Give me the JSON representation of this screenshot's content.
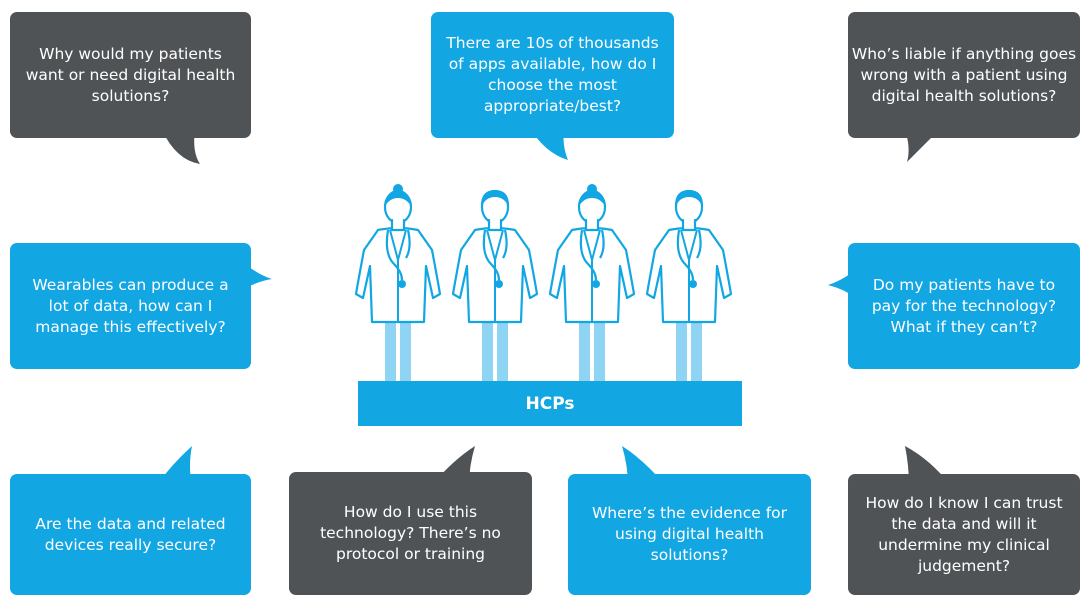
{
  "center_label": "HCPs",
  "colors": {
    "blue": "#12a6e3",
    "dark": "#505356",
    "figure_outline": "#12a6e3",
    "figure_fill": "#ffffff",
    "legs": "#8fd4f2"
  },
  "figures": [
    {
      "role": "hcp-female"
    },
    {
      "role": "hcp-male"
    },
    {
      "role": "hcp-female"
    },
    {
      "role": "hcp-male"
    }
  ],
  "questions": {
    "q1": "Why would my patients want or need digital health solutions?",
    "q2": "There are 10s of thousands of apps available, how do I choose the most appropriate/best?",
    "q3": "Who’s liable if anything goes wrong with a patient using digital health solutions?",
    "q4": "Wearables can produce a lot of data, how can I manage this effectively?",
    "q5": "Do my patients have to pay for the technology? What if they can’t?",
    "q6": "Are the data and related devices really secure?",
    "q7": "How do I use this technology? There’s no protocol or training",
    "q8": "Where’s the evidence for using digital health solutions?",
    "q9": "How do I know I can trust the data and will it undermine my clinical judgement?"
  }
}
